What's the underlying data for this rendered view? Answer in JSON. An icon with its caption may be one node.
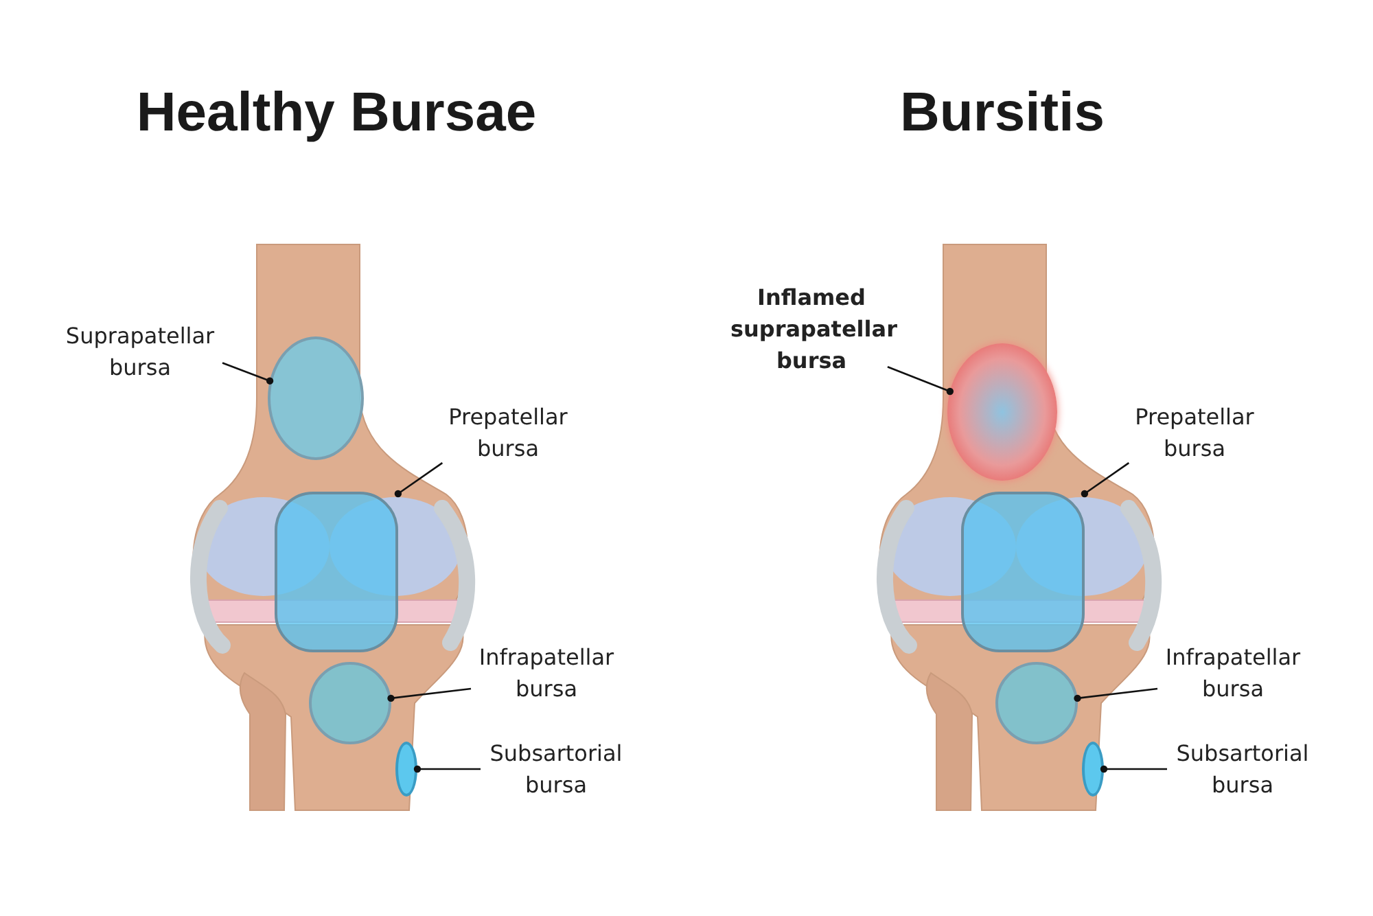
{
  "diagram": {
    "nodes": [
      {
        "text": [
          "Suprapatellar bursa"
        ]
      },
      {
        "text": [],
        "shape": "circle"
      },
      {
        "text": [
          "Prepatellar bursa"
        ]
      },
      {
        "text": [],
        "shape": "box"
      },
      {
        "text": [
          "Infrapatellar bursa"
        ]
      },
      {
        "text": [],
        "shape": "circle"
      },
      {
        "text": [
          "Subsartorial bursa"
        ]
      },
      {
        "text": [],
        "shape": "circle"
      },
      {
        "text": [
          "Inflamed suprapatellar bursa"
        ]
      },
      {
        "text": [],
        "shape": "circle"
      },
      {
        "text": [
          "Prepatellar bursa"
        ]
      },
      {
        "text": [],
        "shape": "box"
      },
      {
        "text": [
          "Infrapatellar bursa"
        ]
      },
      {
        "text": [],
        "shape": "circle"
      },
      {
        "text": [
          "Subsartorial bursa"
        ]
      },
      {
        "text": [],
        "shape": "circle"
      }
    ],
    "edges": [
      {
        "from": 0,
        "to": 1,
        "arrow": "other"
      },
      {
        "from": 2,
        "to": 3,
        "arrow": "other"
      },
      {
        "from": 4,
        "to": 5,
        "arrow": "other"
      },
      {
        "from": 6,
        "to": 7,
        "arrow": "other"
      },
      {
        "from": 8,
        "to": 9,
        "arrow": "other"
      },
      {
        "from": 10,
        "to": 11,
        "arrow": "other"
      },
      {
        "from": 12,
        "to": 13,
        "arrow": "other"
      },
      {
        "from": 14,
        "to": 15,
        "arrow": "other"
      }
    ],
    "labels": [
      "Healthy Bursae",
      "Bursitis"
    ]
  }
}
